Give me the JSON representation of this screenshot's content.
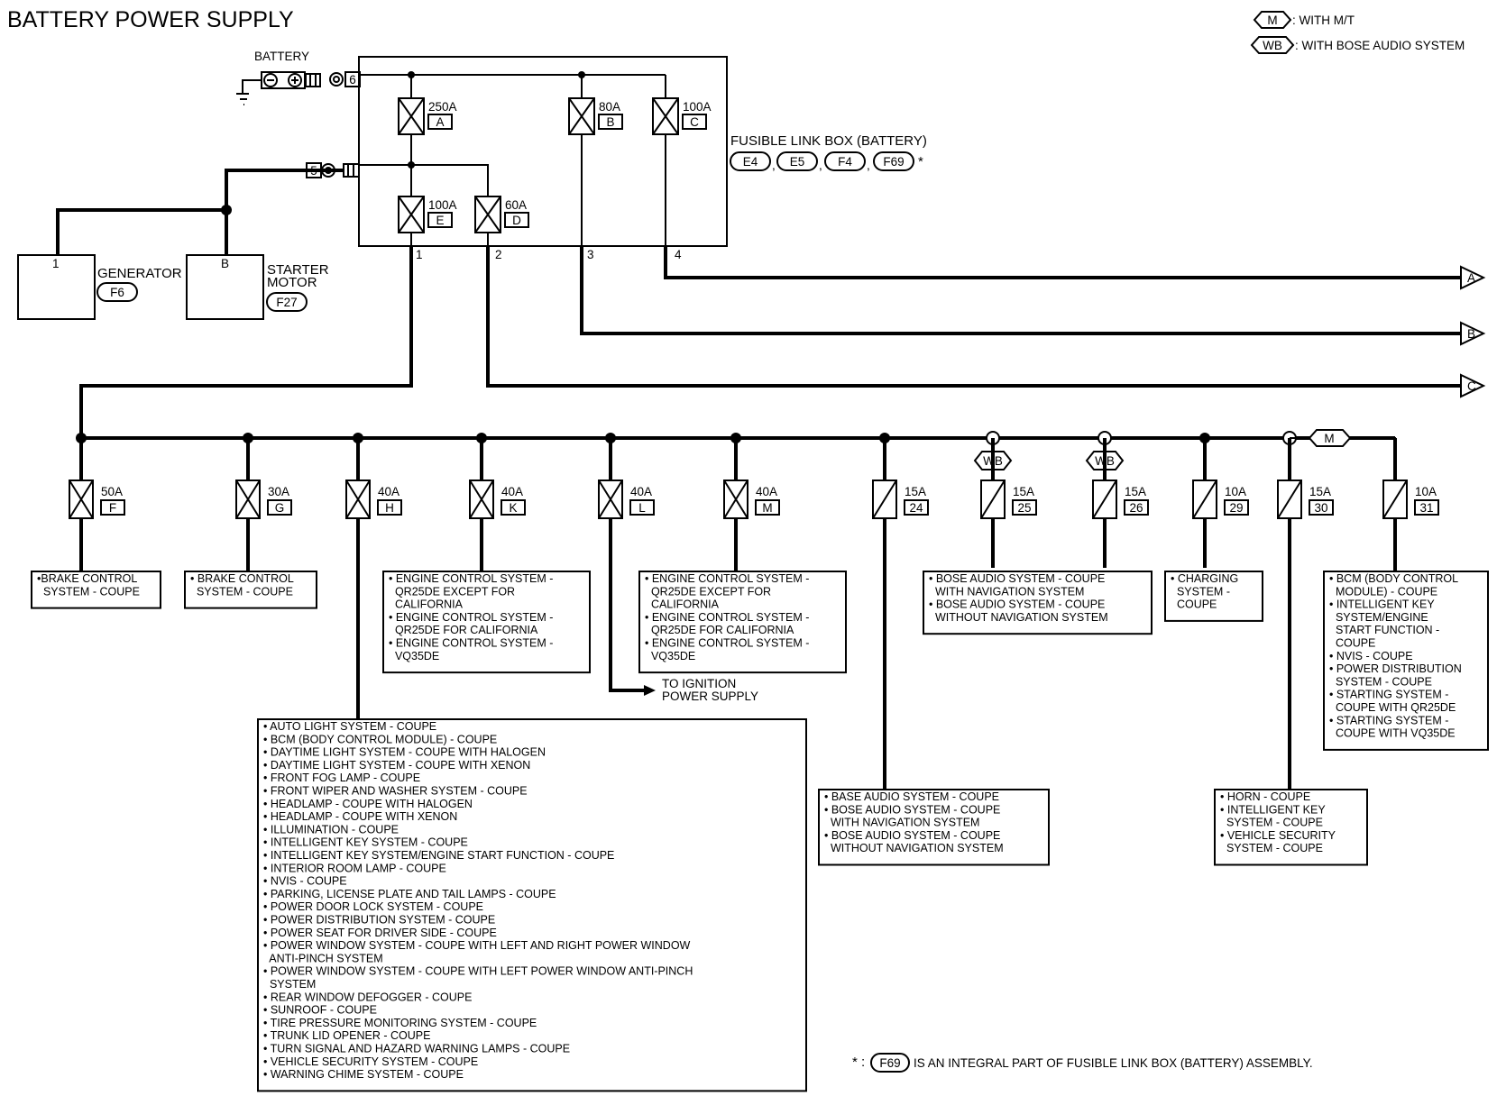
{
  "title": "BATTERY POWER SUPPLY",
  "legend": {
    "m": {
      "code": "M",
      "text": ": WITH M/T"
    },
    "wb": {
      "code": "WB",
      "text": ": WITH BOSE AUDIO SYSTEM"
    }
  },
  "battery": {
    "label": "BATTERY",
    "terminal": "6"
  },
  "terminal5": "5",
  "fusible_link_box": {
    "label": "FUSIBLE LINK BOX (BATTERY)",
    "connectors": [
      "E4",
      "E5",
      "F4",
      "F69"
    ],
    "asterisk": "*",
    "outputs": [
      "1",
      "2",
      "3",
      "4"
    ],
    "links": [
      {
        "amp": "250A",
        "id": "A"
      },
      {
        "amp": "80A",
        "id": "B"
      },
      {
        "amp": "100A",
        "id": "C"
      },
      {
        "amp": "100A",
        "id": "E"
      },
      {
        "amp": "60A",
        "id": "D"
      }
    ]
  },
  "generator": {
    "label": "GENERATOR",
    "connector": "F6",
    "terminal": "1"
  },
  "starter": {
    "label1": "STARTER",
    "label2": "MOTOR",
    "connector": "F27",
    "terminal": "B"
  },
  "arrows": [
    "A",
    "B",
    "C"
  ],
  "fuses": [
    {
      "amp": "50A",
      "id": "F"
    },
    {
      "amp": "30A",
      "id": "G"
    },
    {
      "amp": "40A",
      "id": "H"
    },
    {
      "amp": "40A",
      "id": "K"
    },
    {
      "amp": "40A",
      "id": "L"
    },
    {
      "amp": "40A",
      "id": "M"
    },
    {
      "amp": "15A",
      "id": "24"
    },
    {
      "amp": "15A",
      "id": "25"
    },
    {
      "amp": "15A",
      "id": "26"
    },
    {
      "amp": "10A",
      "id": "29"
    },
    {
      "amp": "15A",
      "id": "30"
    },
    {
      "amp": "10A",
      "id": "31"
    }
  ],
  "marks": {
    "wb1": "WB",
    "wb2": "WB",
    "m": "M"
  },
  "to_ignition": [
    "TO IGNITION",
    "POWER SUPPLY"
  ],
  "boxes": {
    "f": [
      "•BRAKE CONTROL",
      "  SYSTEM - COUPE"
    ],
    "g": [
      "• BRAKE CONTROL",
      "  SYSTEM - COUPE"
    ],
    "k": [
      "• ENGINE CONTROL SYSTEM -",
      "  QR25DE EXCEPT FOR",
      "  CALIFORNIA",
      "• ENGINE CONTROL SYSTEM -",
      "  QR25DE FOR CALIFORNIA",
      "• ENGINE CONTROL SYSTEM -",
      "  VQ35DE"
    ],
    "m": [
      "• ENGINE CONTROL SYSTEM -",
      "  QR25DE EXCEPT FOR",
      "  CALIFORNIA",
      "• ENGINE CONTROL SYSTEM -",
      "  QR25DE FOR CALIFORNIA",
      "• ENGINE CONTROL SYSTEM -",
      "  VQ35DE"
    ],
    "wb": [
      "• BOSE AUDIO SYSTEM - COUPE",
      "  WITH NAVIGATION SYSTEM",
      "• BOSE AUDIO SYSTEM - COUPE",
      "  WITHOUT NAVIGATION SYSTEM"
    ],
    "charging": [
      "• CHARGING",
      "  SYSTEM -",
      "  COUPE"
    ],
    "bcm": [
      "• BCM (BODY CONTROL",
      "  MODULE) - COUPE",
      "• INTELLIGENT KEY",
      "  SYSTEM/ENGINE",
      "  START FUNCTION -",
      "  COUPE",
      "• NVIS - COUPE",
      "• POWER DISTRIBUTION",
      "  SYSTEM - COUPE",
      "• STARTING SYSTEM -",
      "  COUPE WITH QR25DE",
      "• STARTING SYSTEM -",
      "  COUPE WITH VQ35DE"
    ],
    "h": [
      "• AUTO LIGHT SYSTEM - COUPE",
      "• BCM (BODY CONTROL MODULE) - COUPE",
      "• DAYTIME LIGHT SYSTEM - COUPE WITH HALOGEN",
      "• DAYTIME LIGHT SYSTEM - COUPE WITH XENON",
      "• FRONT FOG LAMP - COUPE",
      "• FRONT WIPER AND WASHER SYSTEM - COUPE",
      "• HEADLAMP - COUPE WITH HALOGEN",
      "• HEADLAMP - COUPE WITH XENON",
      "• ILLUMINATION - COUPE",
      "• INTELLIGENT KEY SYSTEM - COUPE",
      "• INTELLIGENT KEY SYSTEM/ENGINE START FUNCTION - COUPE",
      "• INTERIOR ROOM LAMP - COUPE",
      "• NVIS - COUPE",
      "• PARKING, LICENSE PLATE AND TAIL LAMPS - COUPE",
      "• POWER DOOR LOCK SYSTEM - COUPE",
      "• POWER DISTRIBUTION SYSTEM - COUPE",
      "• POWER SEAT FOR DRIVER SIDE - COUPE",
      "• POWER WINDOW SYSTEM - COUPE WITH LEFT AND RIGHT POWER WINDOW",
      "  ANTI-PINCH SYSTEM",
      "• POWER WINDOW SYSTEM - COUPE WITH LEFT POWER WINDOW ANTI-PINCH",
      "  SYSTEM",
      "• REAR WINDOW DEFOGGER - COUPE",
      "• SUNROOF - COUPE",
      "• TIRE PRESSURE MONITORING SYSTEM - COUPE",
      "• TRUNK LID OPENER - COUPE",
      "• TURN SIGNAL AND HAZARD WARNING LAMPS - COUPE",
      "• VEHICLE SECURITY SYSTEM - COUPE",
      "• WARNING CHIME SYSTEM - COUPE"
    ],
    "audio": [
      "• BASE AUDIO SYSTEM - COUPE",
      "• BOSE AUDIO SYSTEM - COUPE",
      "  WITH NAVIGATION SYSTEM",
      "• BOSE AUDIO SYSTEM - COUPE",
      "  WITHOUT NAVIGATION SYSTEM"
    ],
    "horn": [
      "• HORN - COUPE",
      "• INTELLIGENT KEY",
      "  SYSTEM - COUPE",
      "• VEHICLE SECURITY",
      "  SYSTEM - COUPE"
    ]
  },
  "footnote": {
    "asterisk": "* :",
    "connector": "F69",
    "text": "IS AN INTEGRAL PART OF FUSIBLE LINK BOX (BATTERY) ASSEMBLY."
  }
}
